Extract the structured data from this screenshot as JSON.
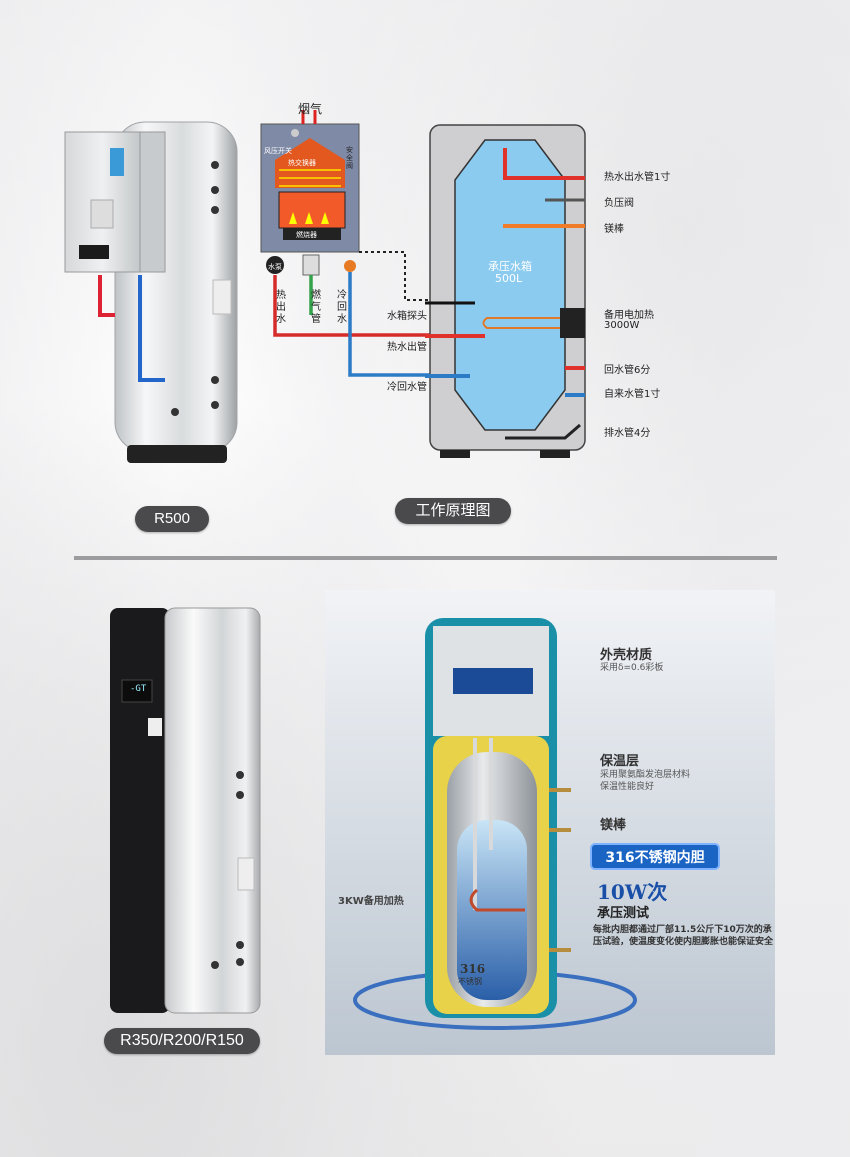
{
  "top": {
    "r500_label": "R500",
    "diagram_label": "工作原理图",
    "heater_box": {
      "flue": "烟气",
      "fan_switch": "风压开关",
      "heat_exchanger": "热交换器",
      "burner": "燃烧器",
      "pump": "水泵",
      "safety": "安全阀",
      "pipe_hot_out": "热出水",
      "pipe_gas": "燃气管",
      "pipe_cold_back": "冷回水"
    },
    "tank_labels": {
      "tank_name": "承压水箱",
      "tank_volume": "500L",
      "probe": "水箱探头",
      "hot_out": "热水出管",
      "cold_back": "冷回水管"
    },
    "right_labels": {
      "hot_outlet": "热水出水管1寸",
      "vacuum_valve": "负压阀",
      "mg_rod": "镁棒",
      "electric_heat": "备用电加热",
      "electric_power": "3000W",
      "return_pipe": "回水管6分",
      "tap_water": "自来水管1寸",
      "drain": "排水管4分"
    }
  },
  "bottom": {
    "models_label": "R350/R200/R150",
    "display_text": "-GT",
    "tank_mark_316": "316",
    "tank_mark_ss": "不锈钢",
    "callouts": {
      "shell_title": "外壳材质",
      "shell_sub": "采用δ=0.6彩板",
      "insulation_title": "保温层",
      "insulation_sub1": "采用聚氨酯发泡层材料",
      "insulation_sub2": "保温性能良好",
      "mg_rod": "镁棒",
      "liner": "316不锈钢内胆",
      "heater3kw": "3KW备用加热",
      "test_count": "10W次",
      "test_title": "承压测试",
      "test_desc": "每批内胆都通过厂部11.5公斤下10万次的承压试验，使温度变化使内胆膨胀也能保证安全"
    }
  },
  "colors": {
    "pill": "#4a4a4c",
    "tank_blue": "#8ccbf0",
    "hot_pipe": "#e0312b",
    "cold_pipe": "#2f7fc8",
    "gas_pipe": "#3aa845",
    "badge_blue": "#1a64c4"
  }
}
